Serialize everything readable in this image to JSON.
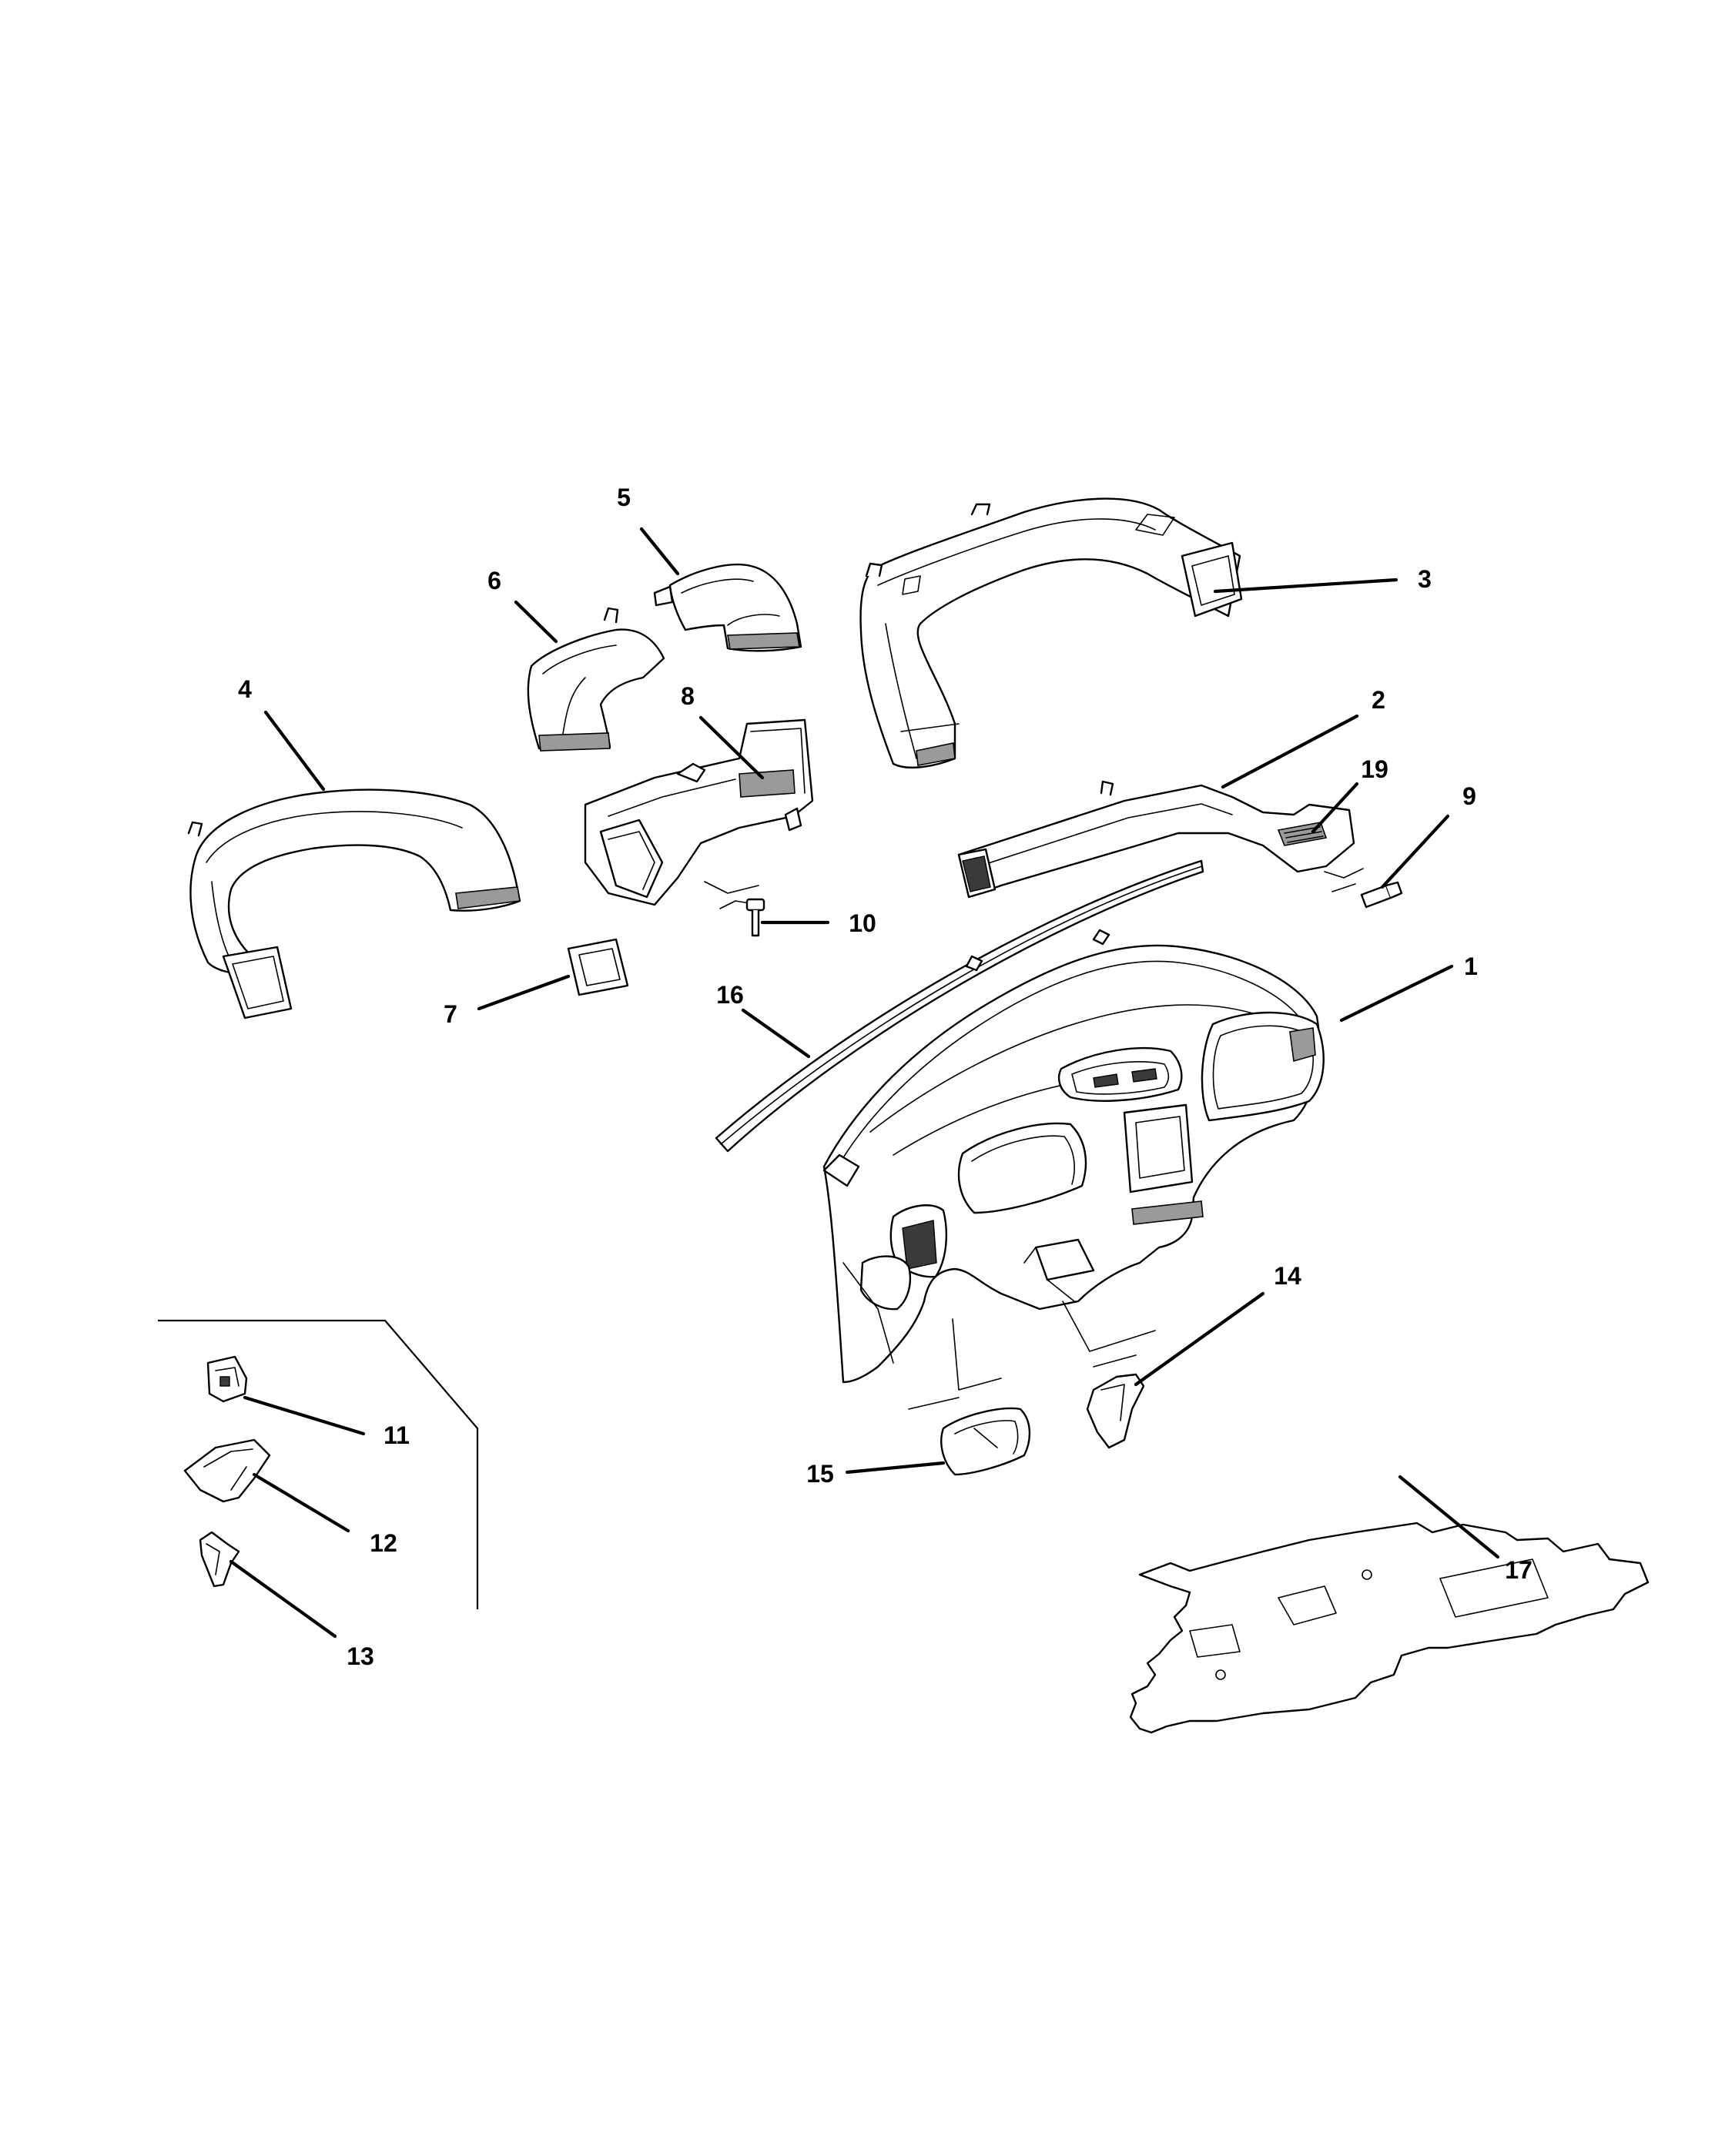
{
  "callouts": {
    "c1": "1",
    "c2": "2",
    "c3": "3",
    "c4": "4",
    "c5": "5",
    "c6": "6",
    "c7": "7",
    "c8": "8",
    "c9": "9",
    "c10": "10",
    "c11": "11",
    "c12": "12",
    "c13": "13",
    "c14": "14",
    "c15": "15",
    "c16": "16",
    "c17": "17",
    "c19": "19"
  }
}
